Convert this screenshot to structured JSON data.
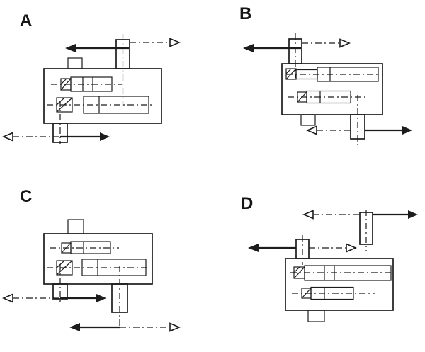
{
  "figure": {
    "background": "#ffffff",
    "ink": "#1c1c1c",
    "description": "Four gearbox shaft-arrangement sketches",
    "panels": [
      {
        "label": "A",
        "arrows": {
          "top_shaft": {
            "solid": "left",
            "open_dashdot": "right"
          },
          "bottom_shaft": {
            "solid": "right",
            "open_dashdot": "left"
          }
        }
      },
      {
        "label": "B",
        "arrows": {
          "top_shaft": {
            "solid": "left",
            "open_dashdot": "right"
          },
          "bottom_shaft": {
            "solid": "right",
            "open_dashdot": "left"
          }
        }
      },
      {
        "label": "C",
        "arrows": {
          "bottom_left_shaft": {
            "solid": "right",
            "open_dashdot": "left"
          },
          "bottom_right_shaft": {
            "solid": "left",
            "open_dashdot": "right"
          }
        }
      },
      {
        "label": "D",
        "arrows": {
          "top_shaft": {
            "solid": "right",
            "open_dashdot": "left"
          },
          "upper_left_shaft": {
            "solid": "left",
            "open_dashdot": "right"
          }
        }
      }
    ]
  }
}
